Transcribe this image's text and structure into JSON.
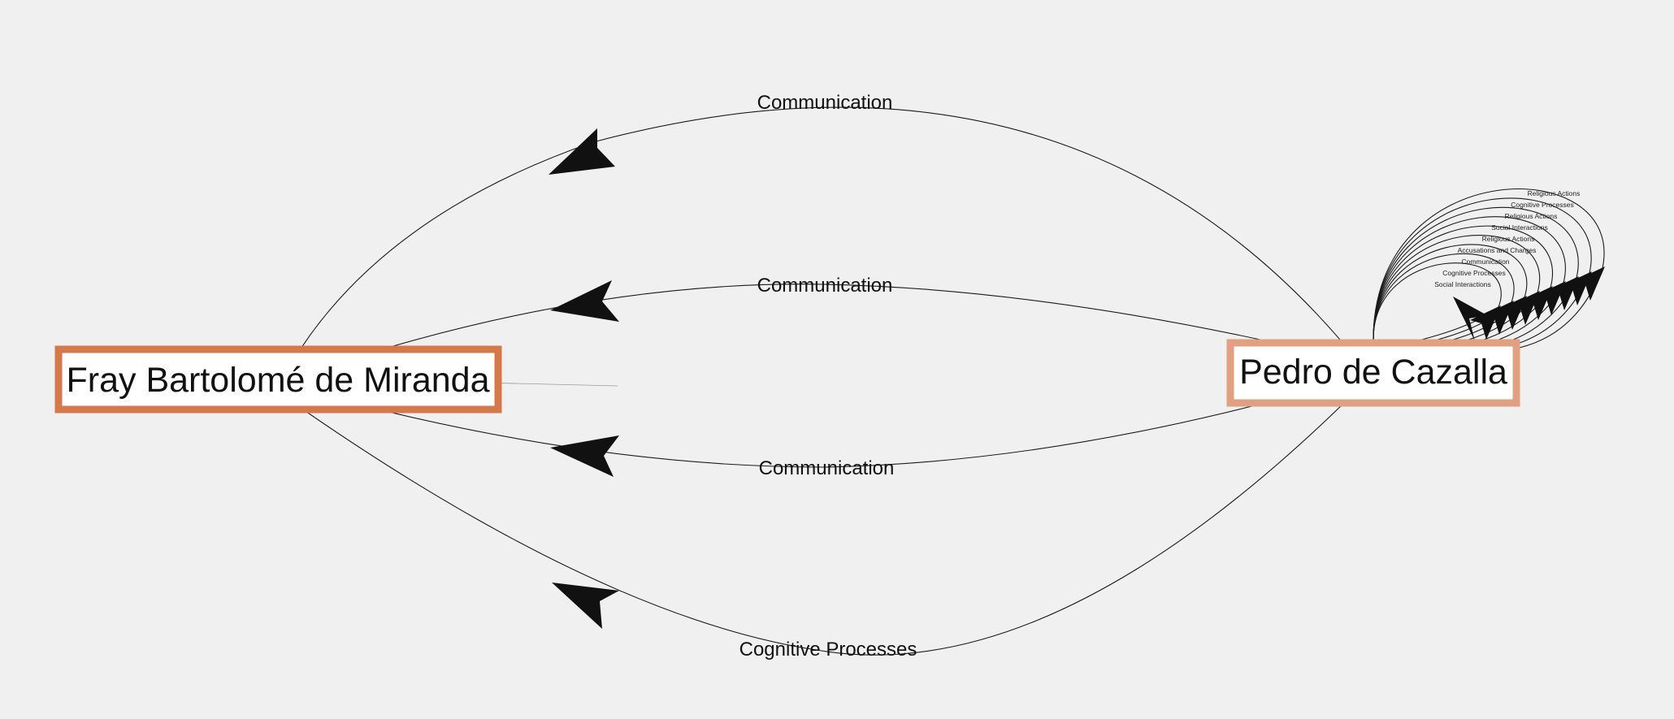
{
  "colors": {
    "background": "#f0f0f0",
    "node_left_border": "#d4794b",
    "node_right_border": "#e2a082",
    "edge": "#1a1a1a",
    "arrow": "#111111"
  },
  "nodes": [
    {
      "id": "fray",
      "label": "Fray Bartolomé de Miranda"
    },
    {
      "id": "pedro",
      "label": "Pedro de Cazalla"
    }
  ],
  "edges": [
    {
      "from": "pedro",
      "to": "fray",
      "label": "Communication"
    },
    {
      "from": "pedro",
      "to": "fray",
      "label": "Communication"
    },
    {
      "from": "pedro",
      "to": "fray",
      "label": "Communication"
    },
    {
      "from": "pedro",
      "to": "fray",
      "label": "Cognitive Processes"
    }
  ],
  "self_loops": {
    "node": "pedro",
    "labels": [
      "Social Interactions",
      "Cognitive Processes",
      "Communication",
      "Accusations and Charges",
      "Religious Actions",
      "Social Interactions",
      "Religious Actions",
      "Cognitive Processes",
      "Religious Actions"
    ]
  }
}
